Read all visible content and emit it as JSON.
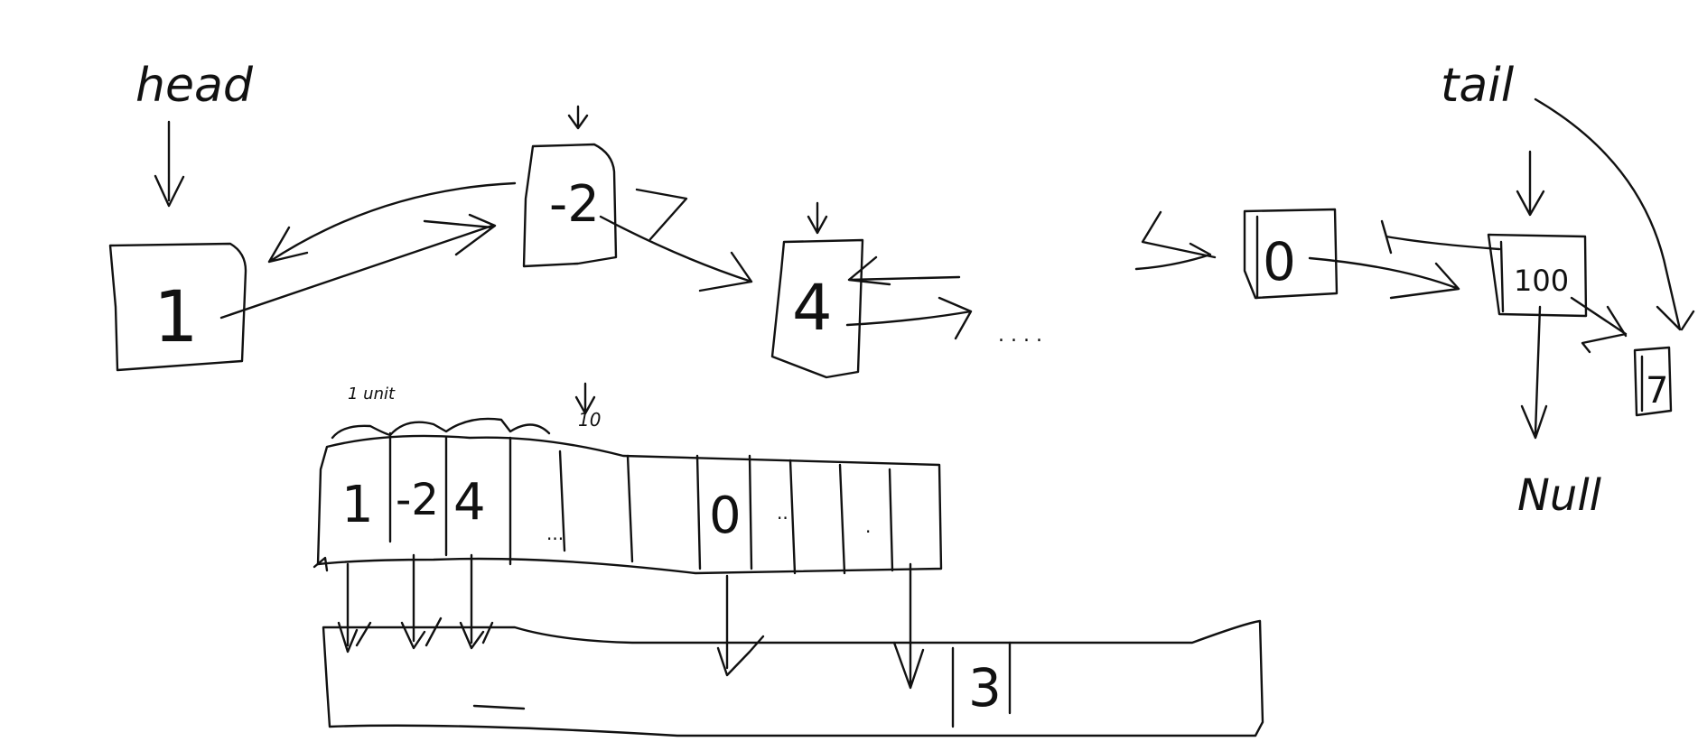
{
  "labels": {
    "head": "head",
    "tail": "tail",
    "null": "Null",
    "first_unit": "1 unit",
    "ten": "10",
    "ellipsis": ". . . .",
    "small_ellipsis": ". . ."
  },
  "nodes": {
    "n1": "1",
    "n2": "-2",
    "n3": "4",
    "n4": "0",
    "n5": "100",
    "n6": "7"
  },
  "array_cells": {
    "c1": "1",
    "c2": "-2",
    "c3": "4",
    "c4": "...",
    "c5": "0",
    "c6": "..",
    "c7": "."
  },
  "bottom_bar": {
    "value": "3",
    "dash": "—"
  },
  "colors": {
    "ink": "#111111",
    "background": "#ffffff"
  }
}
